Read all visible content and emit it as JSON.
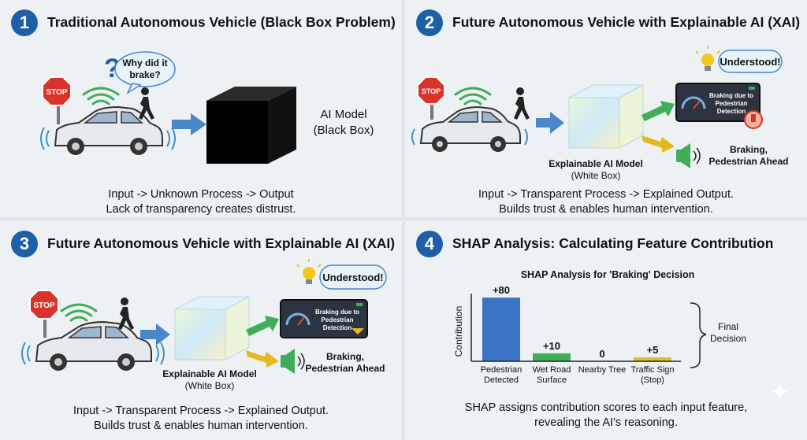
{
  "panels": [
    {
      "number": "1",
      "title": "Traditional Autonomous Vehicle (Black Box Problem)",
      "stop_sign": "STOP",
      "bubble": [
        "Why did it",
        "brake?"
      ],
      "question_mark": "?",
      "model_label": [
        "AI Model",
        "(Black Box)"
      ],
      "caption": [
        "Input -> Unknown Process -> Output",
        "Lack of transparency creates distrust."
      ]
    },
    {
      "number": "2",
      "title": "Future Autonomous Vehicle with Explainable AI (XAI)",
      "stop_sign": "STOP",
      "bubble": "Understood!",
      "screen_text": [
        "Braking due to",
        "Pedestrian",
        "Detection"
      ],
      "model_label": [
        "Explainable AI Model",
        "(White Box)"
      ],
      "audio_label": [
        "Braking,",
        "Pedestrian Ahead"
      ],
      "caption": [
        "Input -> Transparent Process -> Explained Output.",
        "Builds trust & enables human intervention."
      ]
    },
    {
      "number": "3",
      "title": "Future Autonomous Vehicle with Explainable AI (XAI)",
      "stop_sign": "STOP",
      "bubble": "Understood!",
      "screen_text": [
        "Braking due to",
        "Pedestrian",
        "Detection"
      ],
      "model_label": [
        "Explainable AI Model",
        "(White Box)"
      ],
      "audio_label": [
        "Braking,",
        "Pedestrian Ahead"
      ],
      "caption": [
        "Input -> Transparent Process -> Explained Output.",
        "Builds trust & enables human intervention."
      ]
    },
    {
      "number": "4",
      "title": "SHAP Analysis: Calculating Feature Contribution",
      "caption": [
        "SHAP assigns contribution scores to each input feature,",
        "revealing the AI's reasoning."
      ],
      "final_label": [
        "Final",
        "Decision"
      ]
    }
  ],
  "chart_data": {
    "type": "bar",
    "title": "SHAP Analysis for 'Braking' Decision",
    "ylabel": "Contribution",
    "xlabel": "",
    "categories": [
      [
        "Pedestrian",
        "Detected"
      ],
      [
        "Wet Road",
        "Surface"
      ],
      [
        "Nearby Tree"
      ],
      [
        "Traffic Sign",
        "(Stop)"
      ]
    ],
    "values": [
      80,
      10,
      0,
      5
    ],
    "value_labels": [
      "+80",
      "+10",
      "0",
      "+5"
    ],
    "colors": [
      "#3b74c4",
      "#3fae5a",
      "#3b74c4",
      "#e0c030"
    ],
    "ylim": [
      0,
      85
    ],
    "grid": false
  },
  "colors": {
    "badge": "#1f5fa8",
    "arrow_blue": "#4a86c8",
    "arrow_green": "#3fae5a",
    "arrow_yellow": "#e6b820",
    "stop_red": "#d9342b",
    "wifi_green": "#3fae5a"
  }
}
